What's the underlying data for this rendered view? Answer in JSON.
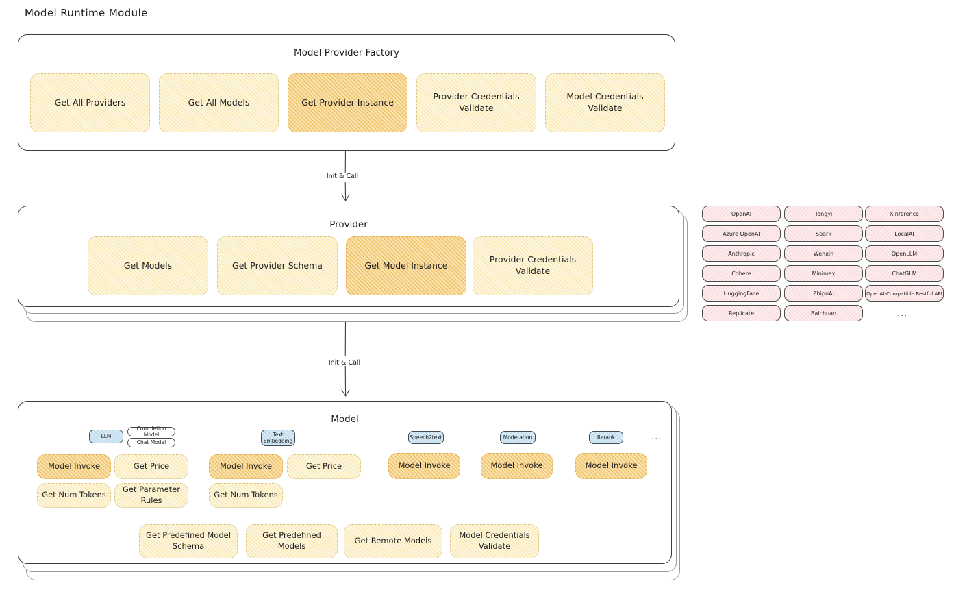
{
  "page": {
    "title": "Model Runtime Module"
  },
  "factory": {
    "title": "Model Provider Factory",
    "nodes": [
      {
        "label": "Get All Providers",
        "highlighted": false
      },
      {
        "label": "Get All Models",
        "highlighted": false
      },
      {
        "label": "Get Provider Instance",
        "highlighted": true
      },
      {
        "label": "Provider Credentials Validate",
        "highlighted": false
      },
      {
        "label": "Model Credentials Validate",
        "highlighted": false
      }
    ]
  },
  "arrows": [
    {
      "label": "Init & Call"
    },
    {
      "label": "Init & Call"
    }
  ],
  "provider": {
    "title": "Provider",
    "nodes": [
      {
        "label": "Get Models",
        "highlighted": false
      },
      {
        "label": "Get Provider Schema",
        "highlighted": false
      },
      {
        "label": "Get Model Instance",
        "highlighted": true
      },
      {
        "label": "Provider Credentials Validate",
        "highlighted": false
      }
    ]
  },
  "provider_list": {
    "columns": [
      [
        "OpenAI",
        "Azure OpenAI",
        "Anthropic",
        "Cohere",
        "HuggingFace",
        "Replicate"
      ],
      [
        "Tongyi",
        "Spark",
        "Wenxin",
        "Minimax",
        "ZhipuAI",
        "Baichuan"
      ],
      [
        "Xinference",
        "LocalAI",
        "OpenLLM",
        "ChatGLM",
        "OpenAI-Compatible Restful API"
      ]
    ],
    "more": "..."
  },
  "model": {
    "title": "Model",
    "more": "...",
    "groups": [
      {
        "type": "LLM",
        "subtypes": [
          "Completion Model",
          "Chat Model"
        ],
        "nodes": [
          {
            "label": "Model Invoke",
            "highlighted": true
          },
          {
            "label": "Get Price",
            "highlighted": false
          },
          {
            "label": "Get Num Tokens",
            "highlighted": false
          },
          {
            "label": "Get Parameter Rules",
            "highlighted": false
          }
        ]
      },
      {
        "type": "Text Embedding",
        "subtypes": [],
        "nodes": [
          {
            "label": "Model Invoke",
            "highlighted": true
          },
          {
            "label": "Get Price",
            "highlighted": false
          },
          {
            "label": "Get Num Tokens",
            "highlighted": false
          }
        ]
      },
      {
        "type": "Speech2text",
        "subtypes": [],
        "nodes": [
          {
            "label": "Model Invoke",
            "highlighted": true
          }
        ]
      },
      {
        "type": "Moderation",
        "subtypes": [],
        "nodes": [
          {
            "label": "Model Invoke",
            "highlighted": true
          }
        ]
      },
      {
        "type": "Rerank",
        "subtypes": [],
        "nodes": [
          {
            "label": "Model Invoke",
            "highlighted": true
          }
        ]
      }
    ],
    "common_nodes": [
      {
        "label": "Get Predefined Model Schema"
      },
      {
        "label": "Get Predefined Models"
      },
      {
        "label": "Get Remote Models"
      },
      {
        "label": "Model Credentials Validate"
      }
    ]
  },
  "colors": {
    "node_fill": "#fdf6dd",
    "node_fill_highlight": "#fbe2ab",
    "chip_blue": "#d6e9f5",
    "provider_tag_pink": "#fdeced",
    "stroke": "#3d3d3d"
  }
}
